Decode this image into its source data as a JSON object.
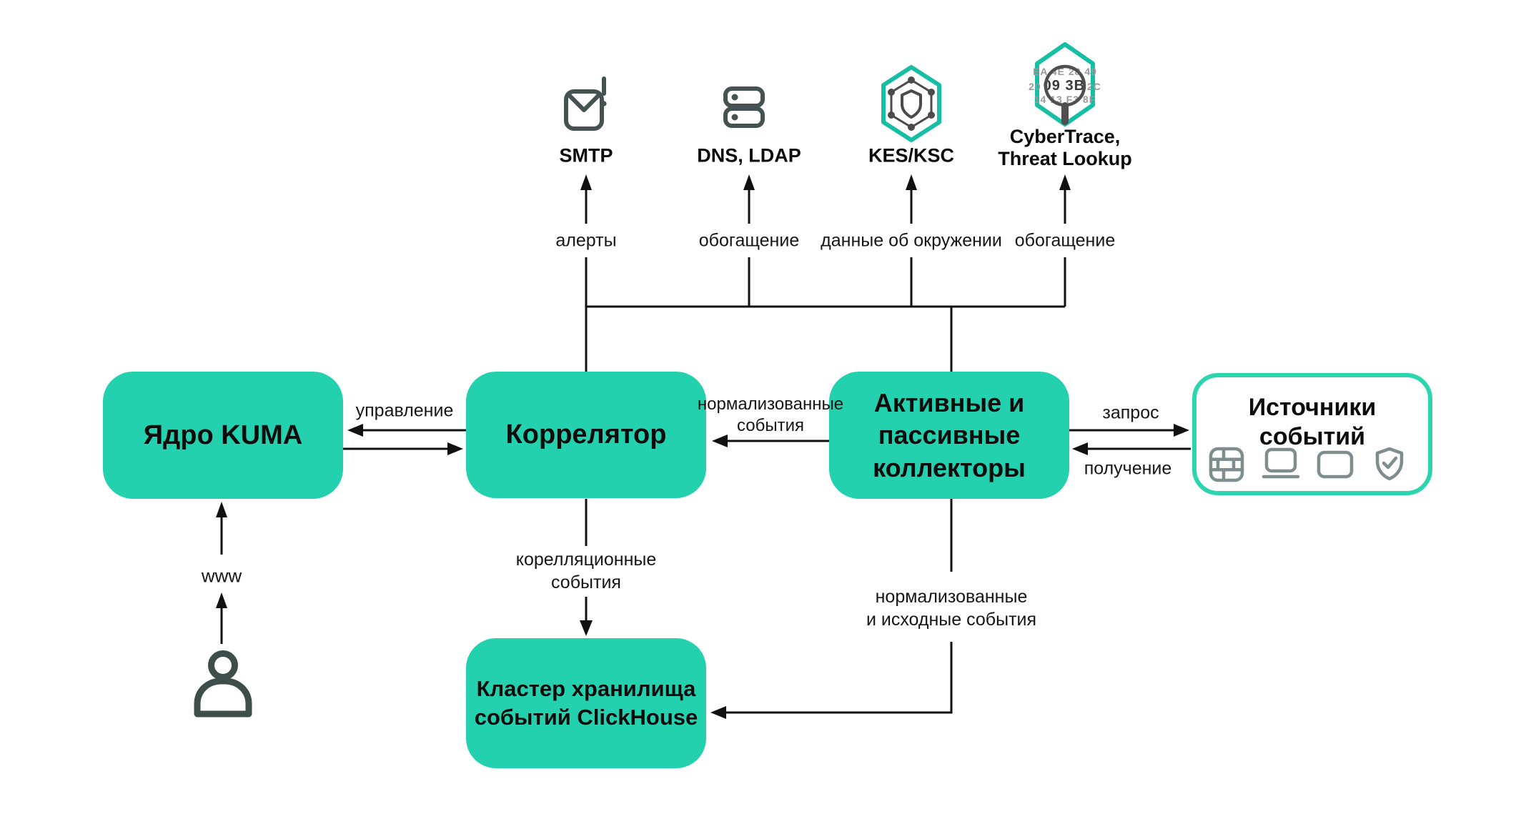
{
  "external_services": [
    {
      "name": "SMTP",
      "icon": "email-alert-icon",
      "flow_label": "алерты"
    },
    {
      "name": "DNS, LDAP",
      "icon": "server-icon",
      "flow_label": "обогащение"
    },
    {
      "name": "KES/KSC",
      "icon": "kaspersky-protection-icon",
      "flow_label": "данные об окружении"
    },
    {
      "name_lines": [
        "CyberTrace,",
        "Threat Lookup"
      ],
      "icon": "threat-lookup-icon",
      "flow_label": "обогащение",
      "hex_text": {
        "row1": "EA 4E 28 49",
        "row2_left": "20",
        "row2_focus": "09 3B",
        "row2_right": "2C",
        "row3": "14 13 F3 8F"
      }
    }
  ],
  "nodes": {
    "kuma_core": {
      "label": "Ядро KUMA"
    },
    "correlator": {
      "label": "Коррелятор"
    },
    "collectors": {
      "lines": [
        "Активные",
        "и пассивные",
        "коллекторы"
      ]
    },
    "event_sources": {
      "lines": [
        "Источники",
        "событий"
      ],
      "icons": [
        "firewall-icon",
        "laptop-icon",
        "display-icon",
        "shield-check-icon"
      ]
    },
    "clickhouse_storage": {
      "lines": [
        "Кластер хранилища",
        "событий ClickHouse"
      ]
    }
  },
  "flows": {
    "management": "управление",
    "normalized_events_lines": [
      "нормализованные",
      "события"
    ],
    "request": "запрос",
    "receive": "получение",
    "correlation_events_lines": [
      "корелляционные",
      "события"
    ],
    "normalized_raw_events_lines": [
      "нормализованные",
      "и исходные события"
    ],
    "www": "www"
  },
  "colors": {
    "node_fill": "#23D1AE",
    "sources_outline": "#2BD5AE",
    "hex_outline_green": "#16BFA4",
    "icon_dark": "#445351",
    "icon_gray": "#7E8E8E",
    "connector": "#111111"
  }
}
